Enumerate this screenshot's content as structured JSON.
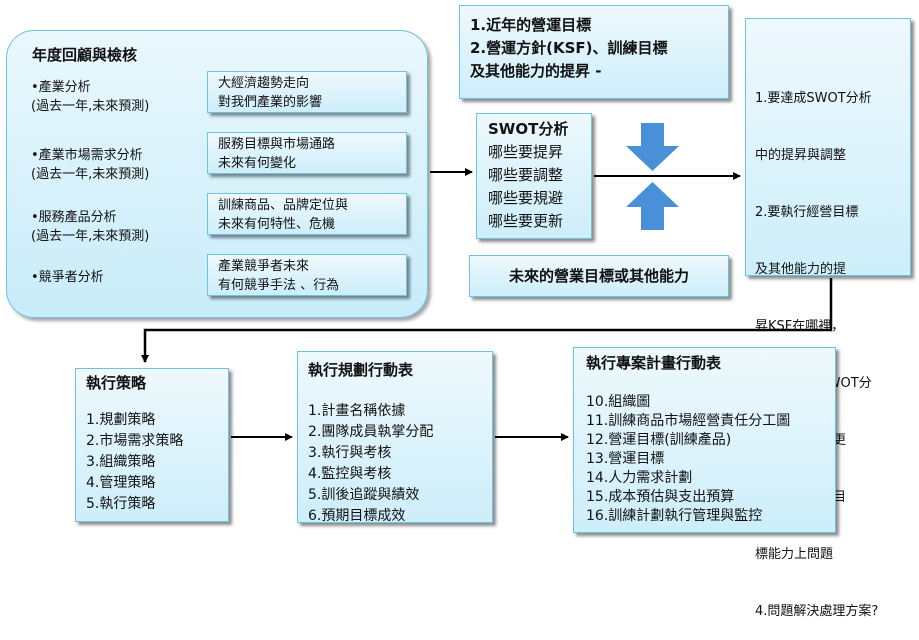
{
  "review": {
    "title": "年度回顧與檢核",
    "items": [
      {
        "label": "•產業分析",
        "sub": "(過去一年,未來預測)",
        "box": [
          "大經濟趨勢走向",
          "對我們產業的影響"
        ]
      },
      {
        "label": "•產業市場需求分析",
        "sub": "(過去一年,未來預測)",
        "box": [
          "服務目標與市場通路",
          "未來有何變化"
        ]
      },
      {
        "label": "•服務產品分析",
        "sub": "(過去一年,未來預測)",
        "box": [
          "訓練商品、品牌定位與",
          "未來有何特性、危機"
        ]
      },
      {
        "label": "•競爭者分析",
        "sub": "",
        "box": [
          "產業競爭者未來",
          "有何競爭手法 、行為"
        ]
      }
    ]
  },
  "goals": {
    "lines": [
      "1.近年的營運目標",
      "2.營運方針(KSF)、訓練目標",
      "及其他能力的提昇 -"
    ]
  },
  "swot": {
    "title": "SWOT分析",
    "lines": [
      "哪些要提昇",
      "哪些要調整",
      "哪些要規避",
      "哪些要更新"
    ]
  },
  "future": {
    "label": "未來的營業目標或其他能力"
  },
  "questions": {
    "lines": [
      "1.要達成SWOT分析",
      "  中的提昇與調整",
      "2.要執行經營目標",
      "  及其他能力的提",
      "  昇KSF在哪裡，",
      "3.要能解決SWOT分",
      "  析中的規避與更",
      "  新或執行營運目",
      "  標能力上問題",
      "4.問題解決處理方案?"
    ]
  },
  "strategy": {
    "title": "執行策略",
    "lines": [
      "1.規劃策略",
      "2.市場需求策略",
      "3.組織策略",
      "4.管理策略",
      "5.執行策略"
    ]
  },
  "plan": {
    "title": "執行規劃行動表",
    "lines": [
      "1.計畫名稱依據",
      "2.團隊成員執掌分配",
      "3.執行與考核",
      "4.監控與考核",
      "5.訓後追蹤與績效",
      "6.預期目標成效"
    ]
  },
  "project": {
    "title": "執行專案計畫行動表",
    "lines": [
      "10.組織圖",
      "11.訓練商品市場經營責任分工圖",
      "12.營運目標(訓練產品)",
      "13.營運目標",
      "14.人力需求計劃",
      "15.成本預估與支出預算",
      "16.訓練計劃執行管理與監控"
    ]
  },
  "colors": {
    "accent_arrow": "#4a90d9",
    "box_border": "#6cc3e3",
    "box_fill": "#d6f1fb"
  }
}
